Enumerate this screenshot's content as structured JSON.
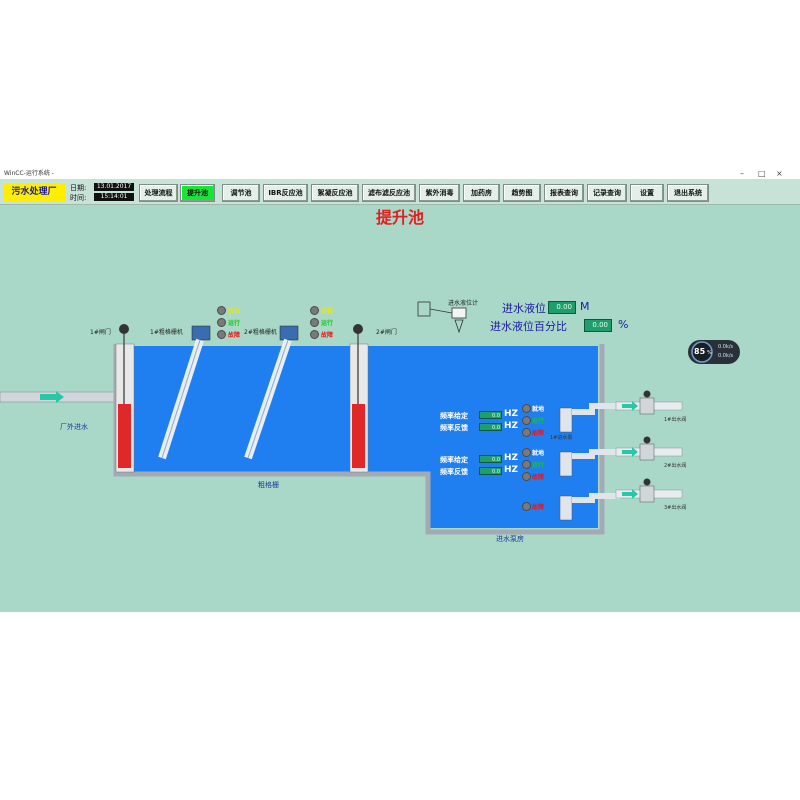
{
  "window": {
    "title": "WinCC-运行系统 -",
    "controls": [
      "–",
      "□",
      "×"
    ]
  },
  "header": {
    "factory_name": "污水处理厂",
    "date_label": "日期:",
    "date_value": "13.01.2017",
    "time_label": "时间:",
    "time_value": "15:14:01"
  },
  "nav": [
    {
      "label": "处理流程",
      "active": false
    },
    {
      "label": "提升池",
      "active": true
    },
    {
      "label": "调节池",
      "active": false
    },
    {
      "label": "IBR反应池",
      "active": false
    },
    {
      "label": "絮凝反应池",
      "active": false
    },
    {
      "label": "滤布滤反应池",
      "active": false
    },
    {
      "label": "紫外消毒",
      "active": false
    },
    {
      "label": "加药房",
      "active": false
    },
    {
      "label": "趋势图",
      "active": false
    },
    {
      "label": "报表查询",
      "active": false
    },
    {
      "label": "记录查询",
      "active": false
    },
    {
      "label": "设置",
      "active": false
    },
    {
      "label": "退出系统",
      "active": false
    }
  ],
  "page_title": "提升池",
  "labels": {
    "gate1": "1#闸门",
    "gate2": "2#闸门",
    "screen1": "1#粗格栅机",
    "screen2": "2#粗格栅机",
    "outside_inlet": "厂外进水",
    "coarse_screen": "粗格栅",
    "inlet_pump_room": "进水泵房",
    "level_meter": "进水液位计",
    "pump_label": "1#进水泵"
  },
  "screen_lamps": [
    {
      "labels": [
        "远程",
        "运行",
        "故障"
      ]
    },
    {
      "labels": [
        "远程",
        "运行",
        "故障"
      ]
    }
  ],
  "level": {
    "label": "进水液位",
    "value": "0.00",
    "unit": "M",
    "pct_label": "进水液位百分比",
    "pct_value": "0.00",
    "pct_unit": "%"
  },
  "pumps": [
    {
      "freq_set_label": "频率给定",
      "freq_set": "0.0",
      "freq_fb_label": "频率反馈",
      "freq_fb": "0.0",
      "unit": "HZ",
      "status": [
        "就地",
        "运行",
        "故障"
      ],
      "valve_label": "1#出水阀"
    },
    {
      "freq_set_label": "频率给定",
      "freq_set": "0.0",
      "freq_fb_label": "频率反馈",
      "freq_fb": "0.0",
      "unit": "HZ",
      "status": [
        "就地",
        "运行",
        "故障"
      ],
      "valve_label": "2#出水阀"
    },
    {
      "freq_set_label": "",
      "freq_set": "",
      "freq_fb_label": "",
      "freq_fb": "",
      "unit": "",
      "status": [
        "",
        "",
        "故障"
      ],
      "valve_label": "3#出水阀"
    }
  ],
  "gauge": {
    "value": "85",
    "unit": "%",
    "stat1": "0.0k/s",
    "stat2": "0.0k/s"
  },
  "colors": {
    "background": "#a9d8c9",
    "water": "#1f7ff0",
    "active_nav": "#19e43a",
    "lamp_remote": "#e8e800",
    "lamp_run": "#18c818",
    "lamp_fault": "#e81818",
    "title": "#e02020"
  }
}
